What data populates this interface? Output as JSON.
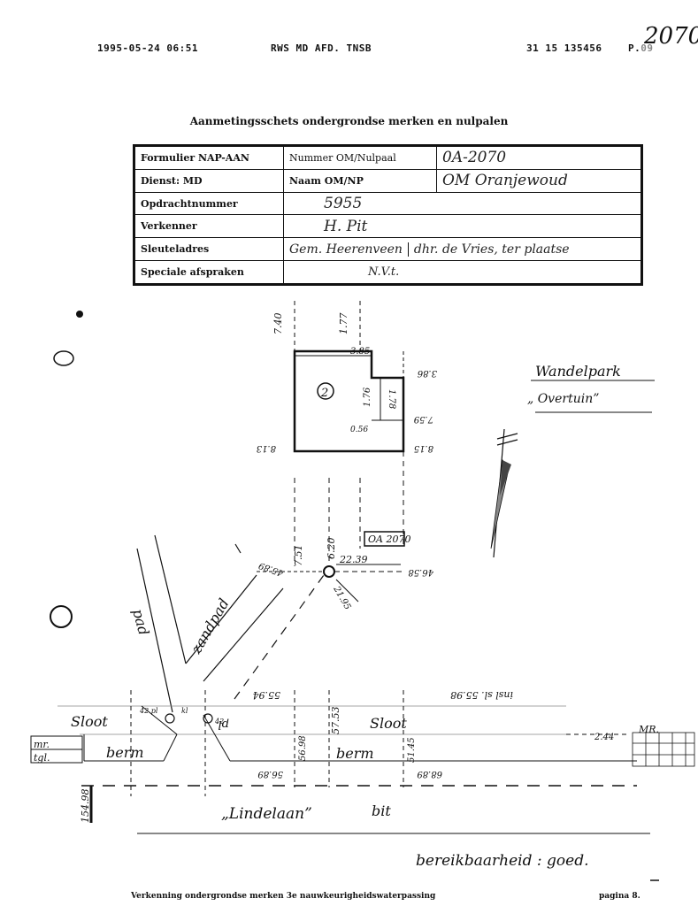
{
  "header": {
    "datetime": "1995-05-24  06:51",
    "sender": "RWS MD AFD. TNSB",
    "fax_number": "31 15 135456",
    "page_prefix": "P.",
    "page_suffix": "09",
    "handwritten_number": "2070"
  },
  "title": "Aanmetingsschets ondergrondse merken en nulpalen",
  "form": {
    "row1": {
      "label": "Formulier NAP-AAN",
      "field": "Nummer OM/Nulpaal",
      "value": "0A-2070"
    },
    "row2": {
      "label": "Dienst: MD",
      "field": "Naam OM/NP",
      "value": "OM Oranjewoud"
    },
    "row3": {
      "label": "Opdrachtnummer",
      "value": "5955"
    },
    "row4": {
      "label": "Verkenner",
      "value": "H. Pit"
    },
    "row5": {
      "label": "Sleuteladres",
      "value_a": "Gem. Heerenveen",
      "value_b": "dhr. de Vries, ter plaatse"
    },
    "row6": {
      "label": "Speciale afspraken",
      "value": "N.V.t."
    }
  },
  "sketch": {
    "park_name": "Wandelpark",
    "park_sub": "„ Overtuin”",
    "building_no": "2",
    "marker_label": "OA 2070",
    "dims": {
      "d740": "7.40",
      "d177": "1.77",
      "d385": "3.85",
      "d386": "3.86",
      "d178": "1.78",
      "d176": "1.76",
      "d056": "0.56",
      "d759": "7.59",
      "d813": "8.13",
      "d815": "8.15",
      "d751": "7.51",
      "d620": "6.20",
      "d2239": "22.39",
      "d2195": "21.95",
      "d4658": "46.58",
      "d4589": "45.89",
      "d5594": "55.94",
      "d5598": "insl sl. 55.98",
      "d5753": "57.53",
      "d5698": "56.98",
      "d5689": "56.89",
      "d5145": "51.45",
      "d6889": "68.89",
      "d244": "2.44",
      "d15498": "154.98"
    },
    "labels": {
      "path1": "pad",
      "path2": "zandpad",
      "sloot_left": "Sloot",
      "sloot_right": "Sloot",
      "berm_left": "berm",
      "berm_right": "berm",
      "pl": "pl",
      "ypl": "42.pl",
      "kl": "kl",
      "y2": "42",
      "mr_left": "mr.",
      "tgl": "tgl.",
      "mr_right": "MR.",
      "road": "„Lindelaan”",
      "road_type": "bit"
    },
    "accessibility": "bereikbaarheid : goed."
  },
  "footer": {
    "left": "Verkenning ondergrondse merken 3e nauwkeurigheidswaterpassing",
    "right": "pagina 8."
  }
}
